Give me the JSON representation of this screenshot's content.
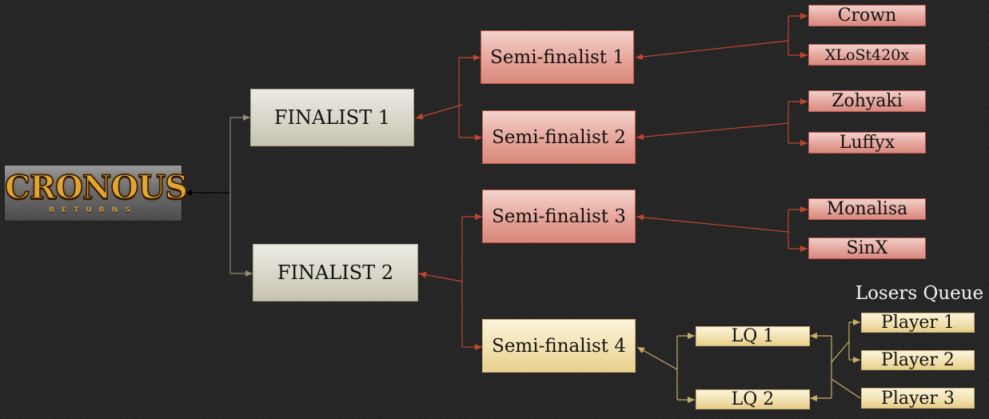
{
  "logo": {
    "main_text": "CRONOUS",
    "sub_text": "RETURNS"
  },
  "finalists": [
    {
      "label": "FINALIST 1"
    },
    {
      "label": "FINALIST 2"
    }
  ],
  "semifinalists": [
    {
      "label": "Semi-finalist 1"
    },
    {
      "label": "Semi-finalist 2"
    },
    {
      "label": "Semi-finalist 3"
    },
    {
      "label": "Semi-finalist 4"
    }
  ],
  "players": [
    {
      "label": "Crown"
    },
    {
      "label": "XLoSt420x"
    },
    {
      "label": "Zohyaki"
    },
    {
      "label": "Luffyx"
    },
    {
      "label": "Monalisa"
    },
    {
      "label": "SinX"
    }
  ],
  "losers_queue": {
    "label": "Losers Queue",
    "rounds": [
      {
        "label": "LQ 1"
      },
      {
        "label": "LQ 2"
      }
    ],
    "players": [
      {
        "label": "Player 1"
      },
      {
        "label": "Player 2"
      },
      {
        "label": "Player 3"
      }
    ]
  },
  "colors": {
    "background": "#262626",
    "final_fill": "#d8d6c8",
    "semi_fill": "#e7a59a",
    "gold_fill": "#f1e0ad",
    "red_connector": "#c0462e",
    "gold_connector": "#c9ad6a",
    "grey_connector": "#8f8a72",
    "logo_arrow": "#000000"
  }
}
